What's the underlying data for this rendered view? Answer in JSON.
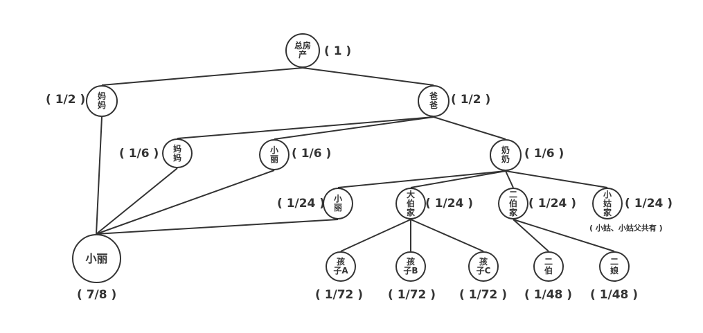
{
  "nodes": {
    "root": "总房\n产",
    "mom1": "妈\n妈",
    "dad": "爸\n爸",
    "mom2": "妈\n妈",
    "xiaoli_small": "小\n丽",
    "grandma": "奶\n奶",
    "xiaoli2": "小\n丽",
    "uncle1_family": "大\n伯\n家",
    "uncle2_family": "二\n伯\n家",
    "aunt_family": "小\n姑\n家",
    "childA": "孩\n子A",
    "childB": "孩\n子B",
    "childC": "孩\n子C",
    "uncle2": "二\n伯",
    "aunt2": "二\n娘",
    "xiaoli_big": "小丽"
  },
  "fractions": {
    "root": "( 1 )",
    "mom1": "( 1/2 )",
    "dad": "( 1/2 )",
    "mom2": "( 1/6 )",
    "xiaoli_small": "( 1/6 )",
    "grandma": "( 1/6 )",
    "xiaoli2": "( 1/24 )",
    "uncle1_family": "( 1/24 )",
    "uncle2_family": "( 1/24 )",
    "aunt_family": "( 1/24 )",
    "childA": "( 1/72 )",
    "childB": "( 1/72 )",
    "childC": "( 1/72 )",
    "uncle2": "( 1/48 )",
    "aunt2": "( 1/48 )",
    "xiaoli_big": "( 7/8 )"
  },
  "note": "( 小姑、小姑父共有 )",
  "colors": {
    "stroke": "#333333",
    "background": "#ffffff"
  }
}
